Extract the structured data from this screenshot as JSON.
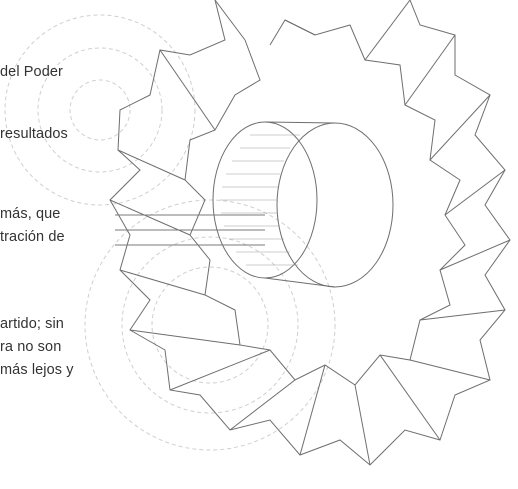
{
  "text_fragments": [
    "del Poder",
    "resultados",
    "más, que",
    "tración de",
    "artido; sin",
    "ra no son",
    "más lejos y"
  ],
  "colors": {
    "background": "#ffffff",
    "text": "#333333",
    "gear_large": "#6e6e6e",
    "gear_light": "#c9c9c9"
  }
}
